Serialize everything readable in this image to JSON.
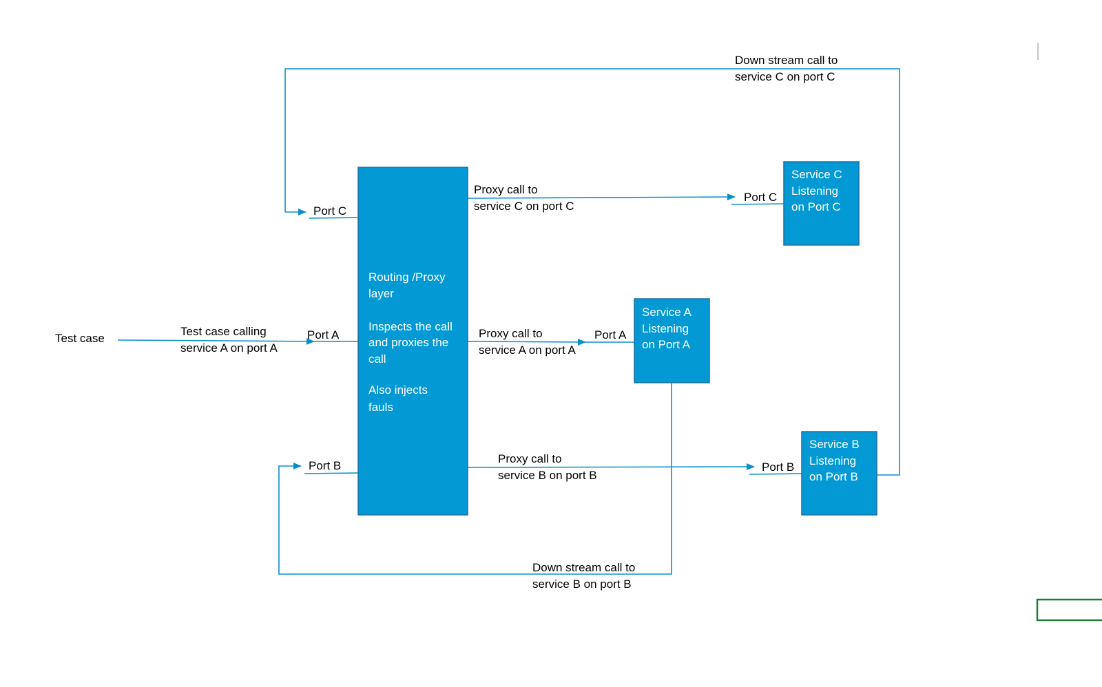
{
  "colors": {
    "box_fill": "#0399d4",
    "box_border": "#1a6fa0",
    "connector": "#0a8fcc",
    "label_text": "#000000",
    "box_text": "#ffffff",
    "corner_marker": "#1e7b3a"
  },
  "nodes": {
    "test_case": {
      "label": "Test case"
    },
    "proxy": {
      "lines": [
        "Routing /Proxy",
        "layer",
        "Inspects the call",
        "and proxies the",
        "call",
        "Also  injects",
        "fauls"
      ]
    },
    "service_a": {
      "lines": [
        "Service A",
        "Listening",
        "on Port A"
      ]
    },
    "service_b": {
      "lines": [
        "Service B",
        "Listening",
        "on Port B"
      ]
    },
    "service_c": {
      "lines": [
        "Service C",
        "Listening",
        "on Port C"
      ]
    }
  },
  "ports": {
    "proxy_port_c": "Port C",
    "proxy_port_a": "Port A",
    "proxy_port_b": "Port B",
    "service_a_port": "Port A",
    "service_b_port": "Port B",
    "service_c_port": "Port C"
  },
  "edges": {
    "test_call": [
      "Test case calling",
      "service A on port A"
    ],
    "proxy_to_c": [
      "Proxy call to",
      "service C on port C"
    ],
    "proxy_to_a": [
      "Proxy call to",
      "service A on port A"
    ],
    "proxy_to_b": [
      "Proxy call to",
      "service B on port B"
    ],
    "downstream_c": [
      "Down stream call to",
      "service C on port C"
    ],
    "downstream_b": [
      "Down stream call to",
      "service B on port B"
    ]
  }
}
